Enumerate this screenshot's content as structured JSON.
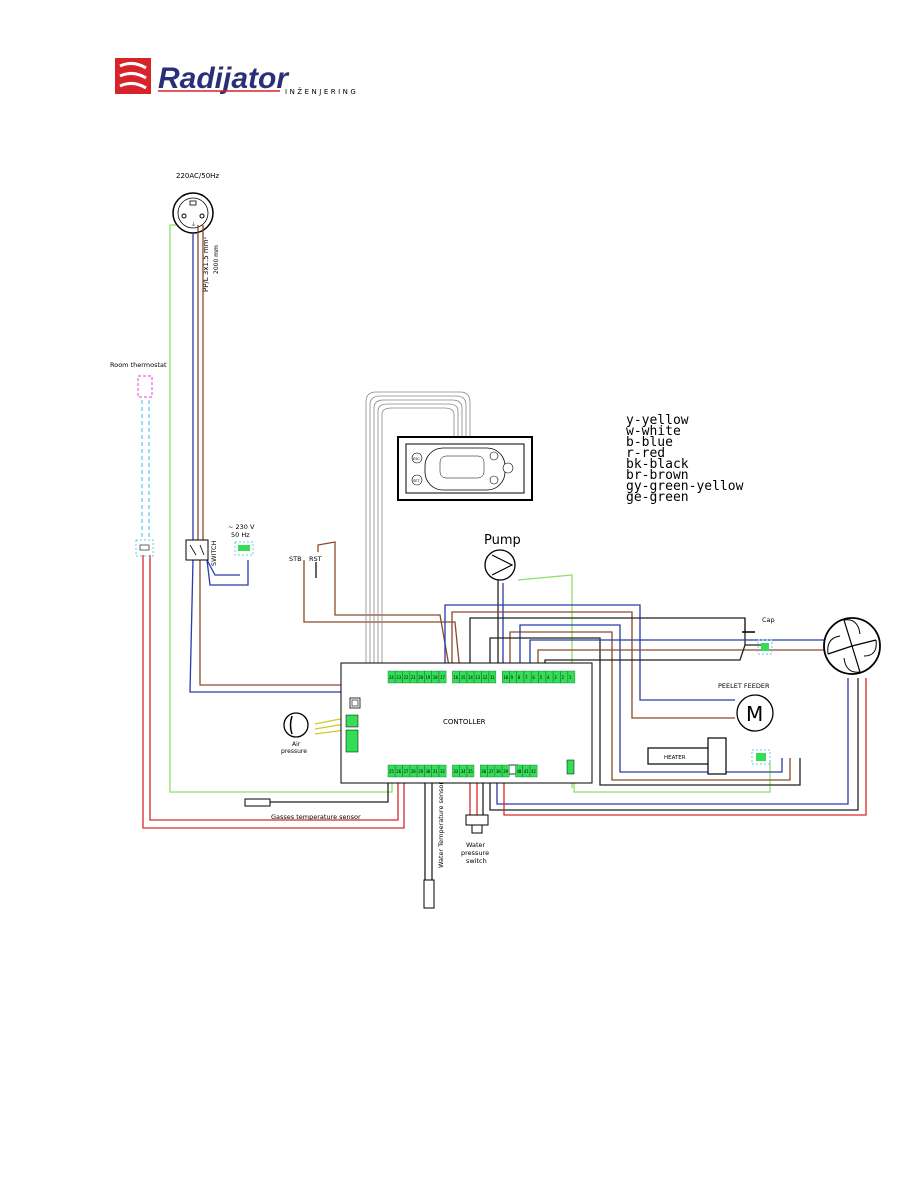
{
  "logo": {
    "brand": "Radijator",
    "tagline": "INŽENJERING",
    "colors": {
      "red": "#d8232a",
      "navy": "#2a2f7a"
    }
  },
  "supply": {
    "label": "220AC/50Hz"
  },
  "cable": {
    "spec": "PP/L 3x1.5 mm²",
    "length": "2000 mm"
  },
  "room_thermostat": {
    "label": "Room thermostat"
  },
  "switch": {
    "label": "SWITCH",
    "voltage": "~ 230 V",
    "frequency": "50 Hz"
  },
  "stb_rst": {
    "stb": "STB",
    "rst": "RST"
  },
  "pump": {
    "label": "Pump"
  },
  "cap": {
    "label": "Cap"
  },
  "pellet_feeder": {
    "label": "PEELET FEEDER",
    "symbol": "M"
  },
  "heater": {
    "label": "HEATER"
  },
  "controller": {
    "label": "CONTOLLER"
  },
  "air_pressure": {
    "label1": "Air",
    "label2": "pressure"
  },
  "gas_sensor": {
    "label": "Gasses temperature sensor"
  },
  "water_temp_sensor": {
    "label": "Water Temperature sensor"
  },
  "water_pressure_switch": {
    "label1": "Water",
    "label2": "pressure",
    "label3": "switch"
  },
  "display_buttons": {
    "esc": "ESC",
    "set": "SET"
  },
  "legend": [
    "y-yellow",
    "w-white",
    "b-blue",
    "r-red",
    "bk-black",
    "br-brown",
    "gy-green-yellow",
    "ge-green"
  ],
  "terminals_top": [
    "24",
    "23",
    "22",
    "21",
    "20",
    "19",
    "18",
    "17",
    "",
    "16",
    "15",
    "14",
    "13",
    "12",
    "11",
    "",
    "10",
    "9",
    "8",
    "7",
    "6",
    "5",
    "4",
    "3",
    "2",
    "1"
  ],
  "terminals_bottom": [
    "25",
    "26",
    "27",
    "28",
    "29",
    "30",
    "31",
    "32",
    "",
    "33",
    "34",
    "35",
    "",
    "36",
    "37",
    "38",
    "39",
    "",
    "40",
    "41",
    "42"
  ],
  "wire_colors": {
    "green": "#8ee06a",
    "brown": "#8a4a2a",
    "blue": "#2a3aa8",
    "red": "#d82a2a",
    "black": "#222222",
    "cyan": "#66ccee",
    "terminal": "#33dd55",
    "magenta": "#dd44dd"
  }
}
